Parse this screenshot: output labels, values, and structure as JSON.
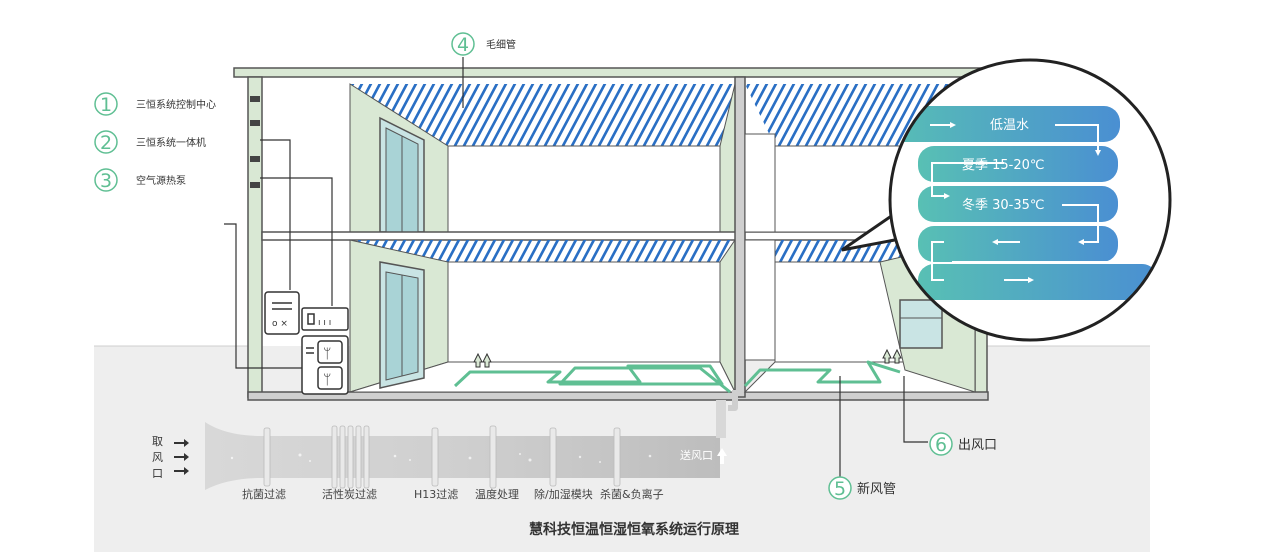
{
  "title": "慧科技恒温恒湿恒氧系统运行原理",
  "legend": [
    {
      "num": "1",
      "label": "三恒系统控制中心"
    },
    {
      "num": "2",
      "label": "三恒系统一体机"
    },
    {
      "num": "3",
      "label": "空气源热泵"
    }
  ],
  "capillary": {
    "num": "4",
    "label": "毛细管"
  },
  "fresh_air_pipe": {
    "num": "5",
    "label": "新风管"
  },
  "air_outlet": {
    "num": "6",
    "label": "出风口"
  },
  "intake": {
    "label_chars": [
      "取",
      "风",
      "口"
    ]
  },
  "supply_label": "送风口",
  "filter_stages": [
    "抗菌过滤",
    "活性炭过滤",
    "H13过滤",
    "温度处理",
    "除/加湿模块",
    "杀菌&负离子"
  ],
  "bubble": {
    "water": "低温水",
    "summer": "夏季 15-20℃",
    "winter": "冬季 30-35℃"
  },
  "colors": {
    "capillary_blue": "#2a6fc4",
    "fresh_air_green": "#5fbf93",
    "wall_green": "#d9e8d4",
    "ground": "#eeeeee",
    "bubble_blue": "#4a9ad4",
    "bubble_teal": "#58c0b4"
  }
}
